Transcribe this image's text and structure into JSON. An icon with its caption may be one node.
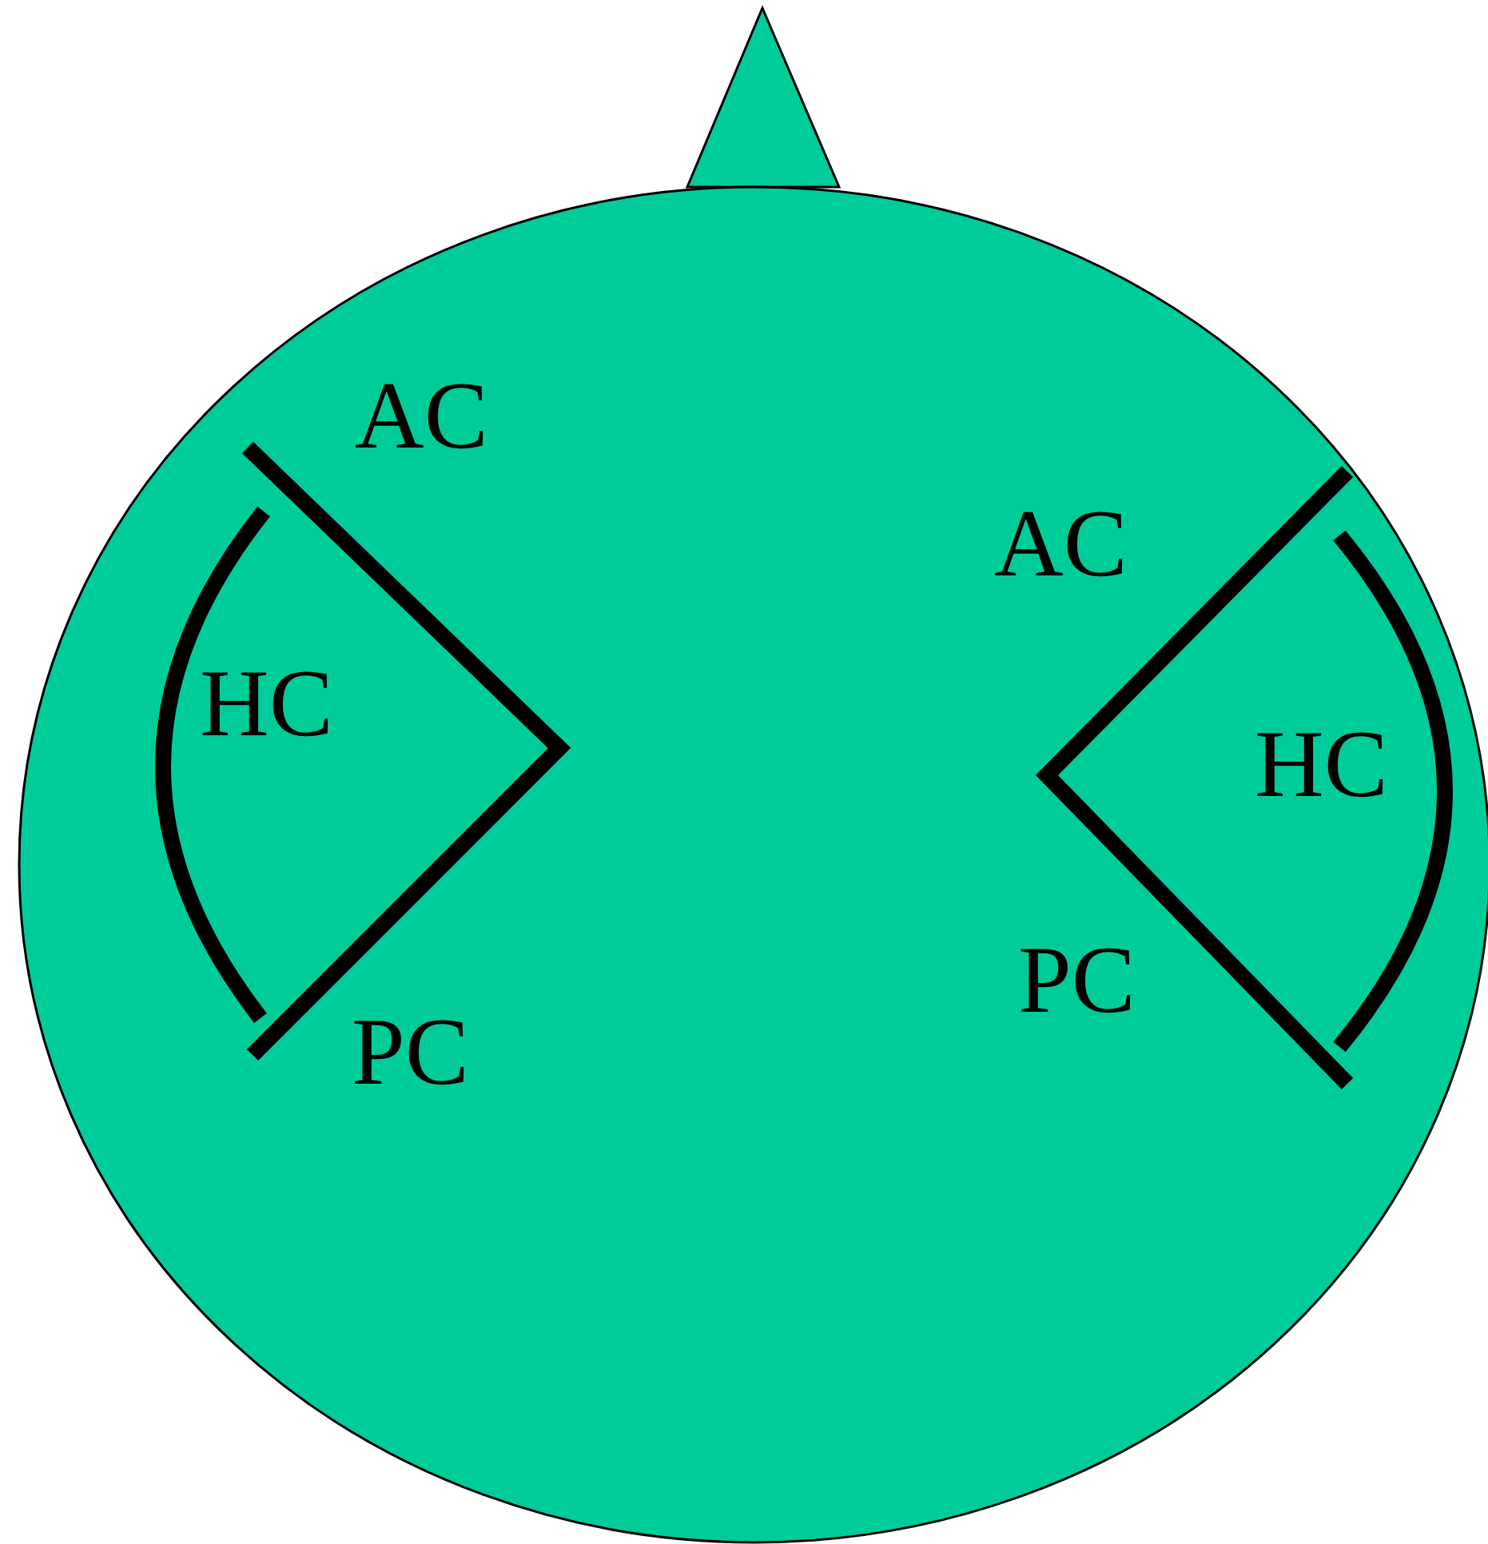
{
  "diagram": {
    "labels": [
      "AC",
      "HC",
      "PC",
      "AC",
      "HC",
      "PC"
    ]
  }
}
